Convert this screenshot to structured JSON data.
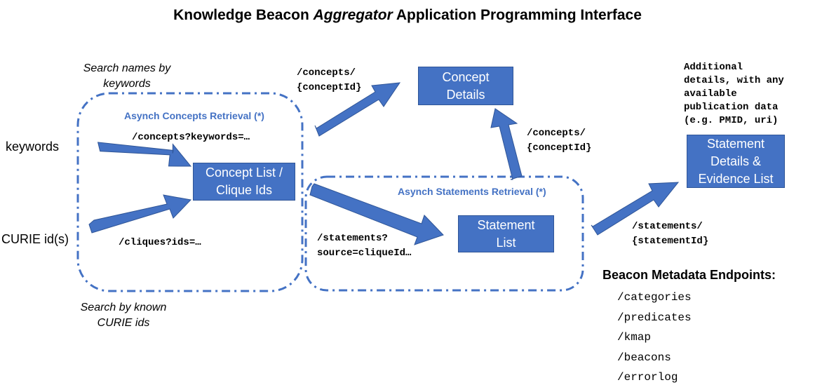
{
  "title": {
    "prefix": "Knowledge Beacon ",
    "emphasis": "Aggregator",
    "suffix": " Application Programming Interface"
  },
  "inputs": {
    "keywords": "keywords",
    "curie": "CURIE id(s)"
  },
  "notes": {
    "search_names_line1": "Search names by",
    "search_names_line2": "keywords",
    "search_curie_line1": "Search by known",
    "search_curie_line2": "CURIE ids",
    "additional_lines": [
      "Additional",
      "details, with any",
      "available",
      "publication data",
      "(e.g. PMID, uri)"
    ]
  },
  "groups": {
    "concepts": "Asynch Concepts Retrieval (*)",
    "statements": "Asynch Statements Retrieval (*)"
  },
  "boxes": {
    "concept_list_l1": "Concept List /",
    "concept_list_l2": "Clique Ids",
    "concept_details_l1": "Concept",
    "concept_details_l2": "Details",
    "statement_list_l1": "Statement",
    "statement_list_l2": "List",
    "statement_details_l1": "Statement",
    "statement_details_l2": "Details &",
    "statement_details_l3": "Evidence List"
  },
  "endpoints": {
    "concepts_keywords": "/concepts?keywords=…",
    "cliques_ids": "/cliques?ids=…",
    "concepts_top_l1": "/concepts/",
    "concepts_top_l2": "{conceptId}",
    "concepts_right_l1": "/concepts/",
    "concepts_right_l2": "{conceptId}",
    "statements_source_l1": "/statements?",
    "statements_source_l2": "source=cliqueId…",
    "statements_detail_l1": "/statements/",
    "statements_detail_l2": "{statementId}"
  },
  "metadata": {
    "heading": "Beacon Metadata Endpoints:",
    "items": [
      "/categories",
      "/predicates",
      "/kmap",
      "/beacons",
      "/errorlog"
    ]
  }
}
